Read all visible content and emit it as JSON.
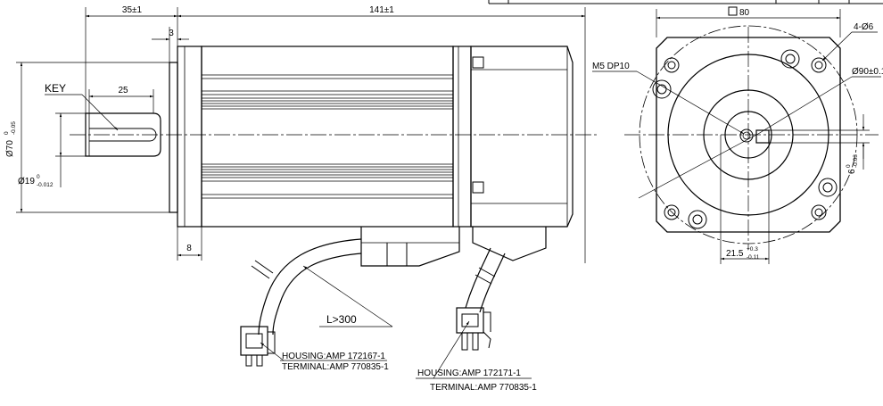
{
  "dimensions": {
    "shaft_length": "35±1",
    "body_length": "141±1",
    "flange_thickness": "3",
    "key_length": "25",
    "spigot_length": "8",
    "flange_diameter_main": "Ø70",
    "flange_diameter_sup": "0",
    "flange_diameter_sub": "-0.05",
    "shaft_diameter_main": "Ø19",
    "shaft_diameter_sup": "0",
    "shaft_diameter_sub": "-0.012",
    "square_flange": "80",
    "mounting_holes": "4-Ø6",
    "pcd": "Ø90±0.1",
    "center_tap": "M5 DP10",
    "key_height_main": "21.5",
    "key_height_sup": "+0.3",
    "key_height_sub": "-0.11",
    "key_width_main": "6",
    "key_width_sup": "0",
    "key_width_sub": "-0.03",
    "cable_length": "L>300"
  },
  "labels": {
    "key": "KEY",
    "connector1_housing": "HOUSING:AMP 172167-1",
    "connector1_terminal": "TERMINAL:AMP 770835-1",
    "connector2_housing": "HOUSING:AMP 172171-1",
    "connector2_terminal": "TERMINAL:AMP 770835-1"
  }
}
